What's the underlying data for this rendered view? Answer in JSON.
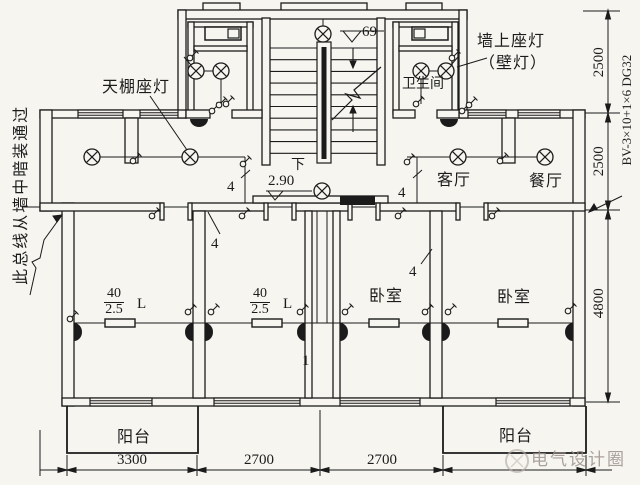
{
  "labels": {
    "ceiling_lamp_note": "天棚座灯",
    "wall_lamp_note_line1": "墙上座灯",
    "wall_lamp_note_line2": "（壁灯）",
    "bathroom": "卫生间",
    "living_room": "客厅",
    "dining_room": "餐厅",
    "bedroom_left": "卧室",
    "bedroom_right": "卧室",
    "balcony_left": "阳台",
    "balcony_right": "阳台",
    "stair_down": "下",
    "stair_top_level": "69",
    "landing_level": "2.90",
    "circuit_number": "1",
    "wall_note_vertical": "此总线从墙中暗装通过",
    "feeder_spec": "BV-3×10+1×6 DG32",
    "wire_counts": [
      "4",
      "4",
      "4",
      "4"
    ],
    "lamp_rating": {
      "numerator": "40",
      "denominator": "2.5",
      "suffix": "L"
    }
  },
  "dimensions": {
    "bottom": [
      "3300",
      "2700",
      "2700"
    ],
    "right": [
      "2500",
      "2500",
      "4800"
    ]
  },
  "watermark": {
    "text": "电气设计圈"
  },
  "colors": {
    "line": "#1b1b1b",
    "paper": "#f6f5f0",
    "watermark": "#9d928c"
  }
}
